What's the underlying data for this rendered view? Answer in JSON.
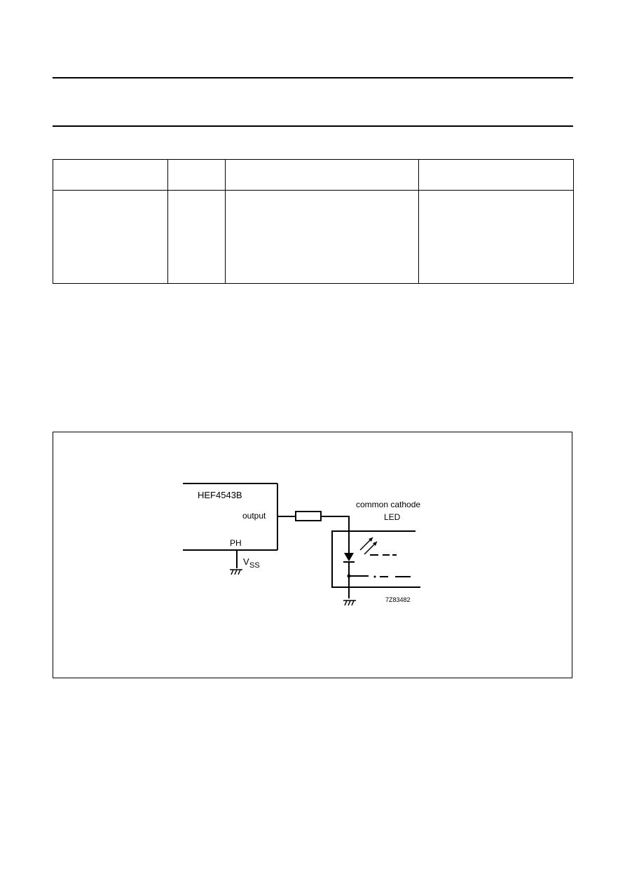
{
  "page": {
    "table": {
      "header_cells": [
        "",
        "",
        "",
        ""
      ],
      "body_cells": [
        "",
        "",
        "",
        ""
      ]
    },
    "figure": {
      "ic_name": "HEF4543B",
      "output_label": "output",
      "ph_label": "PH",
      "vss_label_main": "V",
      "vss_label_sub": "SS",
      "led_label_line1": "common cathode",
      "led_label_line2": "LED",
      "figure_code": "7Z83482"
    }
  }
}
